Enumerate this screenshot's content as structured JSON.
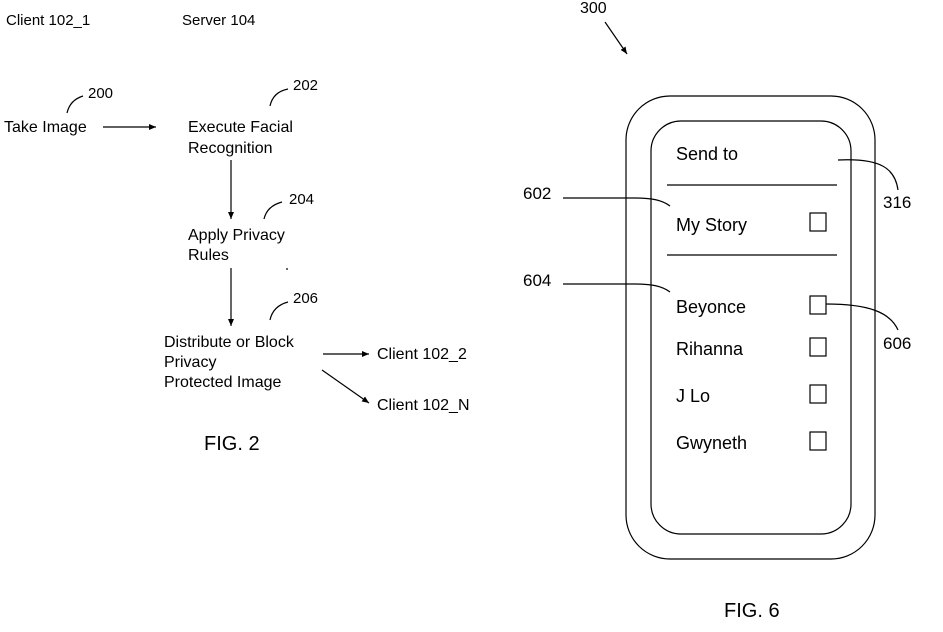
{
  "fig2": {
    "client_header": "Client 102_1",
    "server_header": "Server 104",
    "steps": [
      {
        "ref": "200",
        "label": "Take Image"
      },
      {
        "ref": "202",
        "label_lines": [
          "Execute Facial",
          "Recognition"
        ]
      },
      {
        "ref": "204",
        "label_lines": [
          "Apply Privacy",
          "Rules"
        ]
      },
      {
        "ref": "206",
        "label_lines": [
          "Distribute or Block",
          "Privacy",
          "Protected Image"
        ]
      }
    ],
    "outputs": [
      "Client 102_2",
      "Client 102_N"
    ],
    "caption": "FIG. 2"
  },
  "fig6": {
    "device_ref": "300",
    "header_label": "Send to",
    "header_ref": "316",
    "story_label": "My Story",
    "story_ref": "602",
    "contacts_ref": "604",
    "checkbox_ref": "606",
    "contacts": [
      "Beyonce",
      "Rihanna",
      "J Lo",
      "Gwyneth"
    ],
    "caption": "FIG. 6"
  }
}
